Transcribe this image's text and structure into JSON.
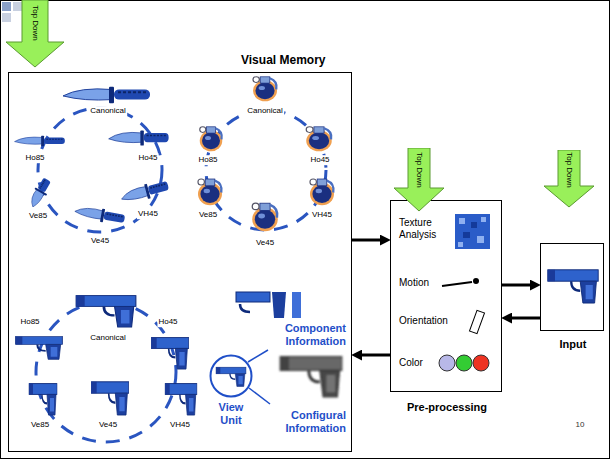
{
  "diagram": {
    "nodes": [
      {
        "text": [
          "Top Down"
        ]
      },
      {
        "text": [
          "Visual Memory"
        ]
      },
      {
        "text": [
          "View Unit"
        ],
        "in": 1
      },
      {
        "text": [
          "Top Down"
        ]
      },
      {
        "text": [
          "Texture Analysis",
          "Motion",
          "Orientation",
          "Color",
          "Pre-processing"
        ]
      },
      {
        "text": [
          "Top Down"
        ]
      },
      {
        "text": [
          "Input"
        ]
      }
    ],
    "edges": [
      {
        "from": 1,
        "to": 4,
        "arrow": "to"
      },
      {
        "from": 4,
        "to": 1,
        "arrow": "to"
      },
      {
        "from": 4,
        "to": 6,
        "arrow": "to"
      },
      {
        "from": 6,
        "to": 4,
        "arrow": "to"
      }
    ],
    "labels": [
      "Canonical",
      "Ho85",
      "Ho45",
      "Ve85",
      "VH45",
      "Ve45",
      "Canonical",
      "Ho85",
      "Ho45",
      "Ve85",
      "VH45",
      "Ve45",
      "Ho85",
      "Canonical",
      "Ho45",
      "Ve85",
      "Ve45",
      "VH45",
      "Component Information",
      "Configural Information",
      "10"
    ]
  }
}
